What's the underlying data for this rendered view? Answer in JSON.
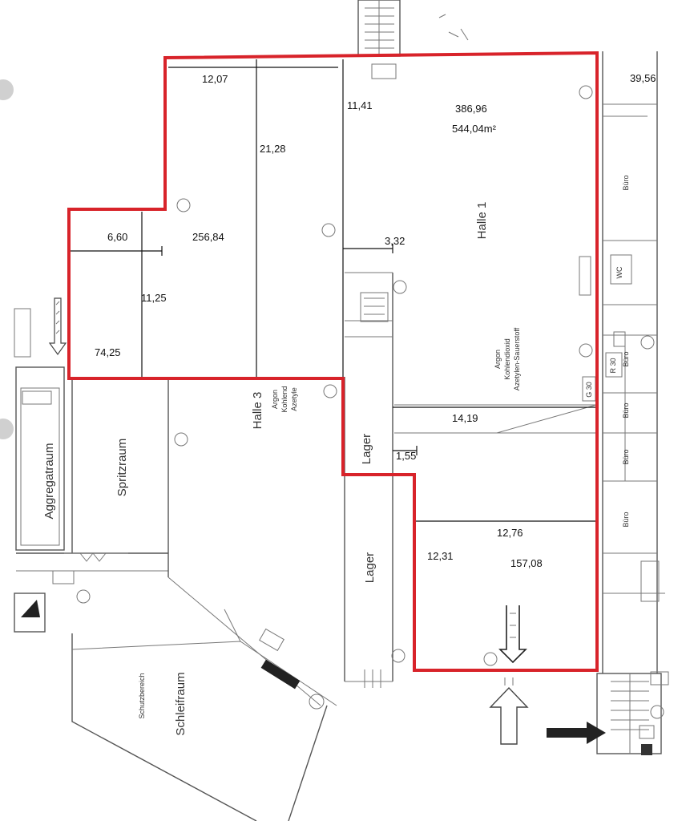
{
  "colors": {
    "outline": "#d8232a",
    "walls": "#555555",
    "text": "#111111"
  },
  "dimensions": {
    "top_width": "12,07",
    "mid_height": "21,28",
    "right_width": "11,41",
    "halle1_area": "386,96",
    "total_area": "544,04m²",
    "top_right": "39,56",
    "left_width": "6,60",
    "left_area": "256,84",
    "step_width": "3,32",
    "left_height": "11,25",
    "corner_area": "74,25",
    "middle_width": "14,19",
    "small_step": "1,55",
    "lower_width": "12,76",
    "lower_height": "12,31",
    "lower_area": "157,08"
  },
  "rooms": {
    "halle1": "Halle 1",
    "halle1_note1": "Argon",
    "halle1_note2": "Kohlendioxid",
    "halle1_note3": "Azetylen-Sauerstoff",
    "halle3": "Halle 3",
    "halle3_note1": "Argon",
    "halle3_note2": "Kohlend",
    "halle3_note3": "Azetyle",
    "aggregatraum": "Aggregatraum",
    "spritzraum": "Spritzraum",
    "schleifraum": "Schleifraum",
    "schutzbereich": "Schutzbereich",
    "lager1": "Lager",
    "lager2": "Lager",
    "buero1": "Büro",
    "buero2": "Büro",
    "buero3": "Büro",
    "buero4": "Büro",
    "buero5": "Büro",
    "wc": "WC",
    "g30": "G 30",
    "r30": "R 30"
  }
}
